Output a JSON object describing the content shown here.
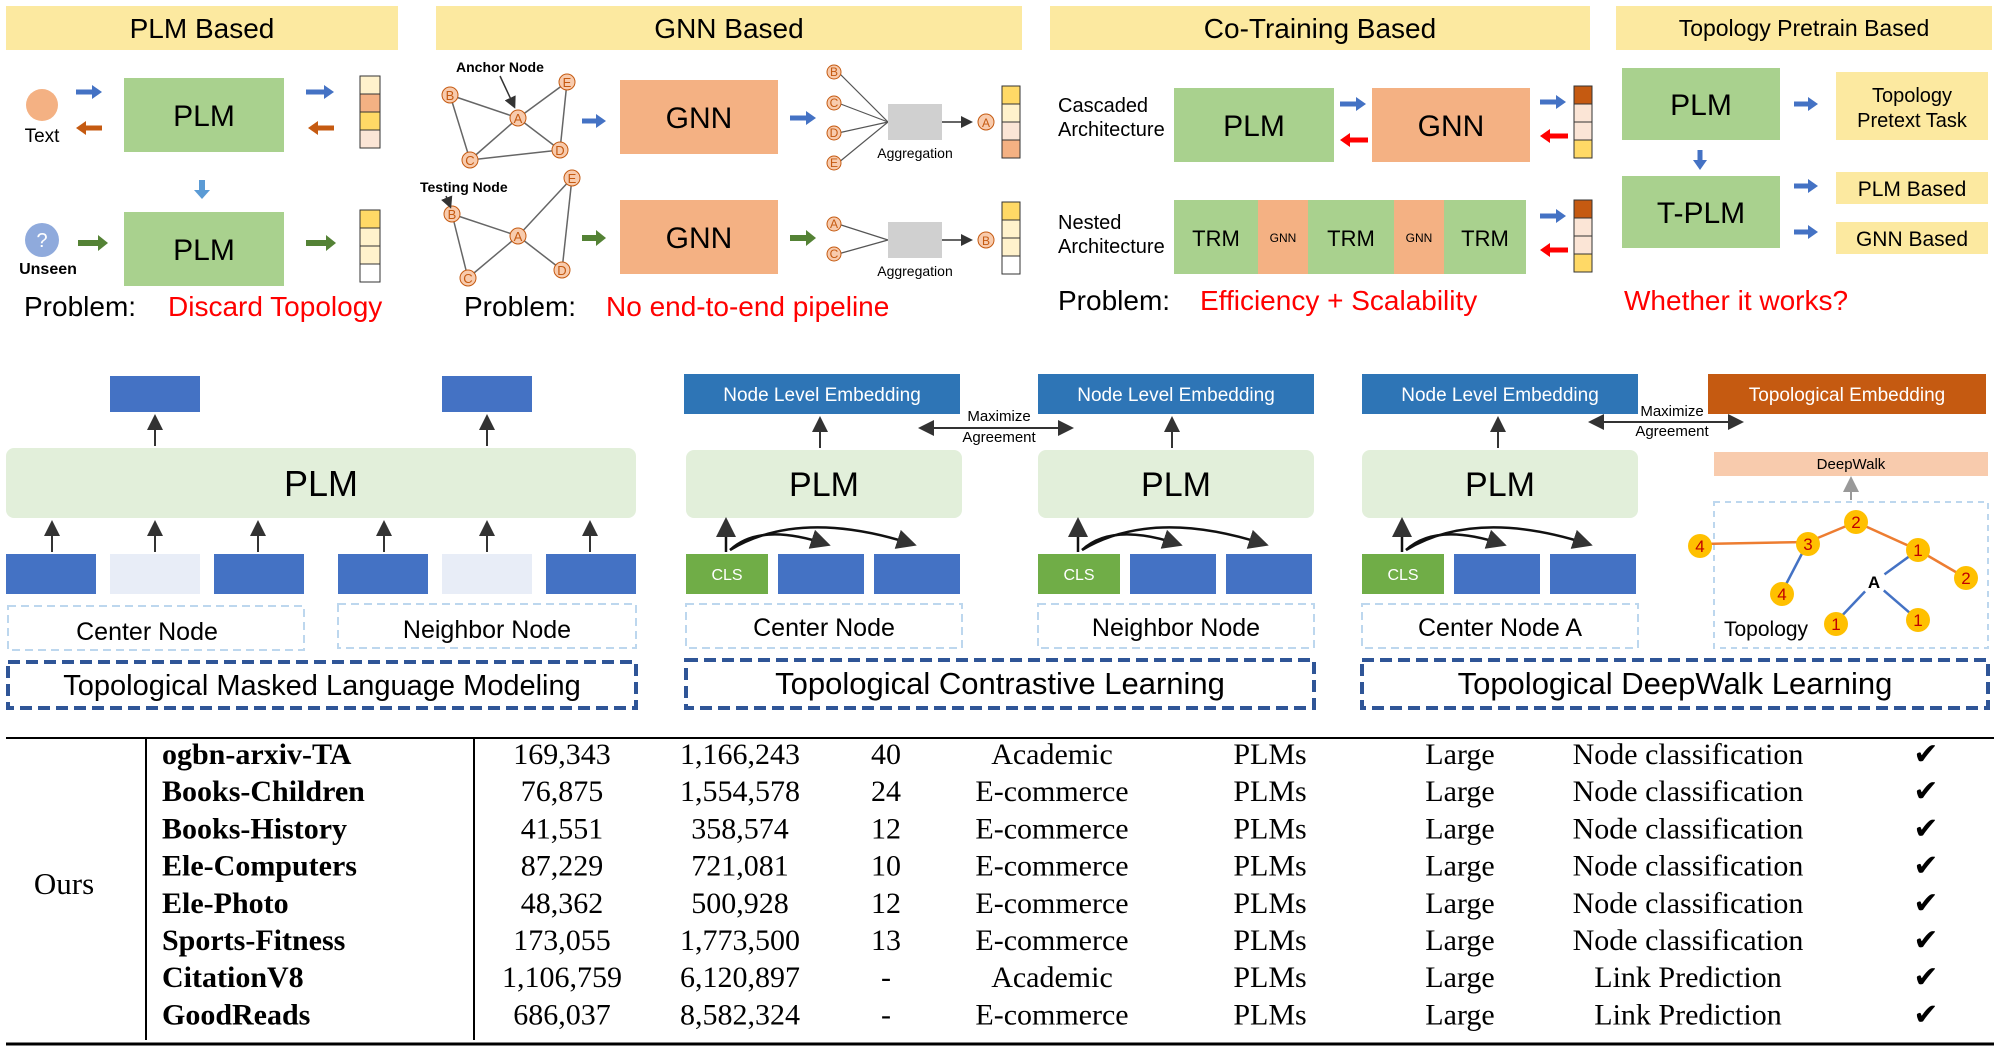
{
  "top": {
    "plm": {
      "title": "PLM Based",
      "model_label": "PLM",
      "text_label": "Text",
      "unseen_label": "Unseen",
      "unseen_symbol": "?",
      "problem_label": "Problem:",
      "problem_text": "Discard Topology"
    },
    "gnn": {
      "title": "GNN Based",
      "model_label": "GNN",
      "anchor_label": "Anchor Node",
      "testing_label": "Testing Node",
      "aggregation_label": "Aggregation",
      "graph_nodes": [
        "A",
        "B",
        "C",
        "D",
        "E"
      ],
      "problem_label": "Problem:",
      "problem_text": "No end-to-end pipeline"
    },
    "cotrain": {
      "title": "Co-Training Based",
      "cascaded_label_1": "Cascaded",
      "cascaded_label_2": "Architecture",
      "nested_label_1": "Nested",
      "nested_label_2": "Architecture",
      "plm_label": "PLM",
      "gnn_label": "GNN",
      "trm_label": "TRM",
      "small_gnn_label": "GNN",
      "problem_label": "Problem:",
      "problem_text": "Efficiency + Scalability"
    },
    "topology": {
      "title": "Topology Pretrain Based",
      "plm_label": "PLM",
      "tplm_label": "T-PLM",
      "pretext_1": "Topology",
      "pretext_2": "Pretext Task",
      "plm_based": "PLM Based",
      "gnn_based": "GNN Based",
      "question": "Whether it works?"
    }
  },
  "middle": {
    "mlm": {
      "model_label": "PLM",
      "center_label": "Center Node",
      "neighbor_label": "Neighbor Node",
      "title": "Topological Masked Language Modeling"
    },
    "contrastive": {
      "embed_label": "Node Level Embedding",
      "maximize_1": "Maximize",
      "maximize_2": "Agreement",
      "model_label": "PLM",
      "cls_label": "CLS",
      "center_label": "Center Node",
      "neighbor_label": "Neighbor Node",
      "title": "Topological Contrastive Learning"
    },
    "deepwalk": {
      "embed_label": "Node Level Embedding",
      "topo_embed_label": "Topological Embedding",
      "maximize_1": "Maximize",
      "maximize_2": "Agreement",
      "model_label": "PLM",
      "cls_label": "CLS",
      "center_label": "Center Node A",
      "deepwalk_label": "DeepWalk",
      "topology_label": "Topology",
      "walk_nodes": [
        "2",
        "1",
        "2",
        "3",
        "4",
        "4",
        "A",
        "1",
        "1"
      ],
      "title": "Topological DeepWalk Learning"
    }
  },
  "table": {
    "group_label": "Ours",
    "check_symbol": "✔",
    "rows": [
      {
        "name": "ogbn-arxiv-TA",
        "nodes": "169,343",
        "edges": "1,166,243",
        "classes": "40",
        "domain": "Academic",
        "model": "PLMs",
        "scale": "Large",
        "task": "Node classification"
      },
      {
        "name": "Books-Children",
        "nodes": "76,875",
        "edges": "1,554,578",
        "classes": "24",
        "domain": "E-commerce",
        "model": "PLMs",
        "scale": "Large",
        "task": "Node classification"
      },
      {
        "name": "Books-History",
        "nodes": "41,551",
        "edges": "358,574",
        "classes": "12",
        "domain": "E-commerce",
        "model": "PLMs",
        "scale": "Large",
        "task": "Node classification"
      },
      {
        "name": "Ele-Computers",
        "nodes": "87,229",
        "edges": "721,081",
        "classes": "10",
        "domain": "E-commerce",
        "model": "PLMs",
        "scale": "Large",
        "task": "Node classification"
      },
      {
        "name": "Ele-Photo",
        "nodes": "48,362",
        "edges": "500,928",
        "classes": "12",
        "domain": "E-commerce",
        "model": "PLMs",
        "scale": "Large",
        "task": "Node classification"
      },
      {
        "name": "Sports-Fitness",
        "nodes": "173,055",
        "edges": "1,773,500",
        "classes": "13",
        "domain": "E-commerce",
        "model": "PLMs",
        "scale": "Large",
        "task": "Node classification"
      },
      {
        "name": "CitationV8",
        "nodes": "1,106,759",
        "edges": "6,120,897",
        "classes": "-",
        "domain": "Academic",
        "model": "PLMs",
        "scale": "Large",
        "task": "Link Prediction"
      },
      {
        "name": "GoodReads",
        "nodes": "686,037",
        "edges": "8,582,324",
        "classes": "-",
        "domain": "E-commerce",
        "model": "PLMs",
        "scale": "Large",
        "task": "Link Prediction"
      }
    ]
  },
  "colors": {
    "title_bg": "#fce9a0",
    "plm_green": "#a9d18e",
    "gnn_orange": "#f4b183",
    "blue_block": "#4472c4",
    "light_block": "#e8edf7",
    "light_green": "#e2efda",
    "problem_red": "#ff0000",
    "arrow_blue": "#4472c4",
    "arrow_orange": "#c55a11",
    "arrow_green": "#548235",
    "topo_embed": "#c55a11",
    "walk_node": "#ffc000"
  }
}
